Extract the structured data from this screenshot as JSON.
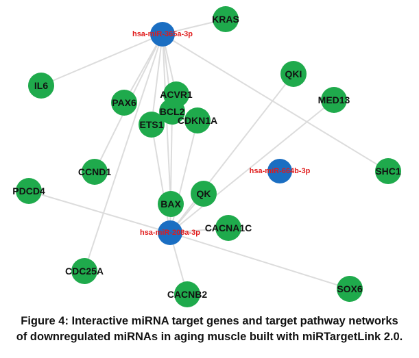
{
  "diagram": {
    "type": "network",
    "colors": {
      "gene_node": "#1faa4c",
      "mirna_node": "#1a6ec2",
      "mirna_label": "#e01b1b",
      "gene_label": "#111111",
      "edge": "#dcdcdc"
    },
    "mirnas": [
      {
        "id": "m365",
        "label": "hsa-miR-365a-3p"
      },
      {
        "id": "m664",
        "label": "hsa-miR-664b-3p"
      },
      {
        "id": "m208",
        "label": "hsa-miR-208a-3p"
      }
    ],
    "genes": [
      {
        "id": "KRAS",
        "label": "KRAS"
      },
      {
        "id": "IL6",
        "label": "IL6"
      },
      {
        "id": "PAX6",
        "label": "PAX6"
      },
      {
        "id": "ACVR1",
        "label": "ACVR1"
      },
      {
        "id": "BCL2",
        "label": "BCL2"
      },
      {
        "id": "ETS1",
        "label": "ETS1"
      },
      {
        "id": "CDKN1A",
        "label": "CDKN1A"
      },
      {
        "id": "QKI",
        "label": "QKI"
      },
      {
        "id": "MED13",
        "label": "MED13"
      },
      {
        "id": "CCND1",
        "label": "CCND1"
      },
      {
        "id": "SHC1",
        "label": "SHC1"
      },
      {
        "id": "PDCD4",
        "label": "PDCD4"
      },
      {
        "id": "BAX",
        "label": "BAX"
      },
      {
        "id": "QK",
        "label": "QK"
      },
      {
        "id": "CACNA1C",
        "label": "CACNA1C"
      },
      {
        "id": "CDC25A",
        "label": "CDC25A"
      },
      {
        "id": "CACNB2",
        "label": "CACNB2"
      },
      {
        "id": "SOX6",
        "label": "SOX6"
      }
    ],
    "edges": [
      [
        "m365",
        "KRAS"
      ],
      [
        "m365",
        "IL6"
      ],
      [
        "m365",
        "PAX6"
      ],
      [
        "m365",
        "ACVR1"
      ],
      [
        "m365",
        "BCL2"
      ],
      [
        "m365",
        "ETS1"
      ],
      [
        "m365",
        "CCND1"
      ],
      [
        "m365",
        "CDC25A"
      ],
      [
        "m365",
        "SHC1"
      ],
      [
        "m365",
        "BAX"
      ],
      [
        "m208",
        "BAX"
      ],
      [
        "m208",
        "ETS1"
      ],
      [
        "m208",
        "BCL2"
      ],
      [
        "m208",
        "CDKN1A"
      ],
      [
        "m208",
        "QK"
      ],
      [
        "m208",
        "QKI"
      ],
      [
        "m208",
        "MED13"
      ],
      [
        "m208",
        "PDCD4"
      ],
      [
        "m208",
        "CACNA1C"
      ],
      [
        "m208",
        "CACNB2"
      ],
      [
        "m208",
        "SOX6"
      ]
    ]
  },
  "caption": {
    "line1": "Figure 4: Interactive miRNA target genes and target pathway networks",
    "line2": "of downregulated miRNAs in aging muscle built with miRTargetLink 2.0."
  }
}
